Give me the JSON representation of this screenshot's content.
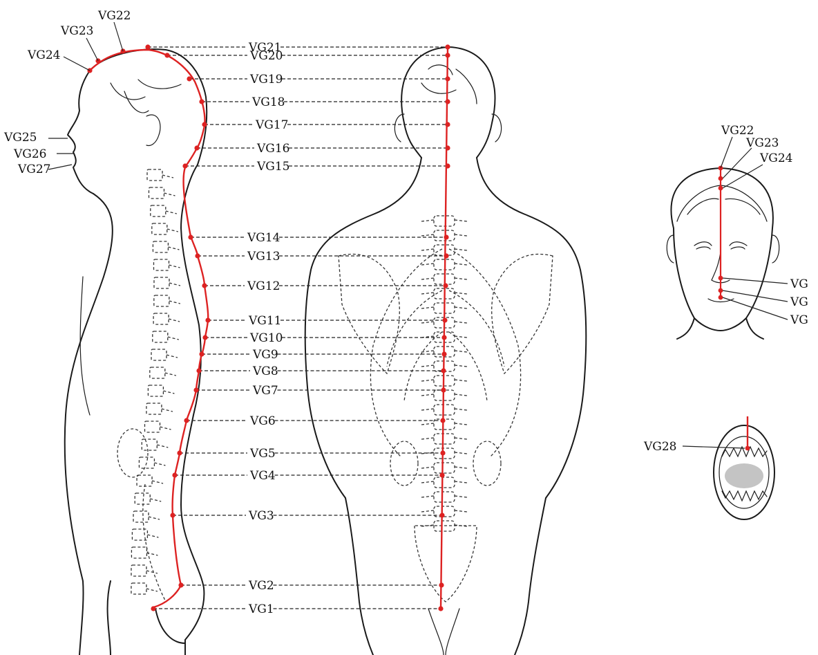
{
  "colors": {
    "meridian": "#dd2222",
    "ink": "#1a1a1a"
  },
  "central_labels": [
    "VG21",
    "VG20",
    "VG19",
    "VG18",
    "VG17",
    "VG16",
    "VG15",
    "VG14",
    "VG13",
    "VG12",
    "VG11",
    "VG10",
    "VG9",
    "VG8",
    "VG7",
    "VG6",
    "VG5",
    "VG4",
    "VG3",
    "VG2",
    "VG1"
  ],
  "side_head_labels": [
    "VG22",
    "VG23",
    "VG24",
    "VG25",
    "VG26",
    "VG27"
  ],
  "front_face_labels": [
    "VG22",
    "VG23",
    "VG24"
  ],
  "front_face_right_labels": [
    "VG",
    "VG",
    "VG"
  ],
  "mouth_label": "VG28"
}
